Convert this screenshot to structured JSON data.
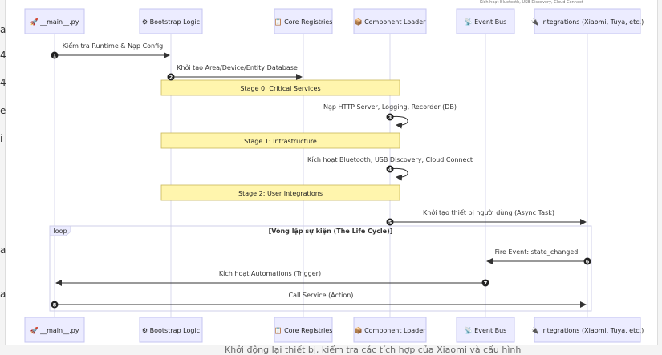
{
  "participants": [
    {
      "label": "__main__.py",
      "icon": "🚀",
      "icon_name": "rocket-icon"
    },
    {
      "label": "Bootstrap Logic",
      "icon": "⚙",
      "icon_name": "gear-icon"
    },
    {
      "label": "Core Registries",
      "icon": "📋",
      "icon_name": "clipboard-icon"
    },
    {
      "label": "Component Loader",
      "icon": "📦",
      "icon_name": "package-icon"
    },
    {
      "label": "Event Bus",
      "icon": "📡",
      "icon_name": "antenna-icon"
    },
    {
      "label": "Integrations (Xiaomi, Tuya, etc.)",
      "icon": "🔌",
      "icon_name": "plug-icon"
    }
  ],
  "messages": [
    {
      "n": "1",
      "from": 0,
      "to": 1,
      "text": "Kiểm tra Runtime & Nạp Config"
    },
    {
      "n": "2",
      "from": 1,
      "to": 2,
      "text": "Khởi tạo Area/Device/Entity Database"
    },
    {
      "n": "3",
      "from": 3,
      "to": 3,
      "text": "Nạp HTTP Server, Logging, Recorder (DB)"
    },
    {
      "n": "4",
      "from": 3,
      "to": 3,
      "text": "Kích hoạt Bluetooth, USB Discovery, Cloud Connect"
    },
    {
      "n": "5",
      "from": 3,
      "to": 5,
      "text": "Khởi tạo thiết bị người dùng (Async Task)"
    },
    {
      "n": "6",
      "from": 5,
      "to": 4,
      "text": "Fire Event: state_changed"
    },
    {
      "n": "7",
      "from": 4,
      "to": 0,
      "text": "Kích hoạt Automations (Trigger)"
    },
    {
      "n": "8",
      "from": 0,
      "to": 5,
      "text": "Call Service (Action)"
    }
  ],
  "notes": [
    {
      "text": "Stage 0: Critical Services"
    },
    {
      "text": "Stage 1: Infrastructure"
    },
    {
      "text": "Stage 2: User Integrations"
    }
  ],
  "loop": {
    "tag": "loop",
    "title": "[Vòng lặp sự kiện (The Life Cycle)]"
  },
  "colors": {
    "actor_fill": "#ECECFF",
    "actor_stroke": "#C5C5F0",
    "lifeline": "#D8D8EE",
    "note_fill": "#FFF5AD",
    "note_stroke": "#C9B65A",
    "arrow": "#333333"
  },
  "backdrop": {
    "left_fragments": [
      "a",
      "4",
      "4",
      "e",
      "i",
      "a",
      "a"
    ],
    "bottom_text": "Khởi động lại thiết bị, kiểm tra các tích hợp của Xiaomi và cấu hình",
    "top_text": "Kích hoạt Bluetooth, USB Discovery, Cloud Connect"
  }
}
